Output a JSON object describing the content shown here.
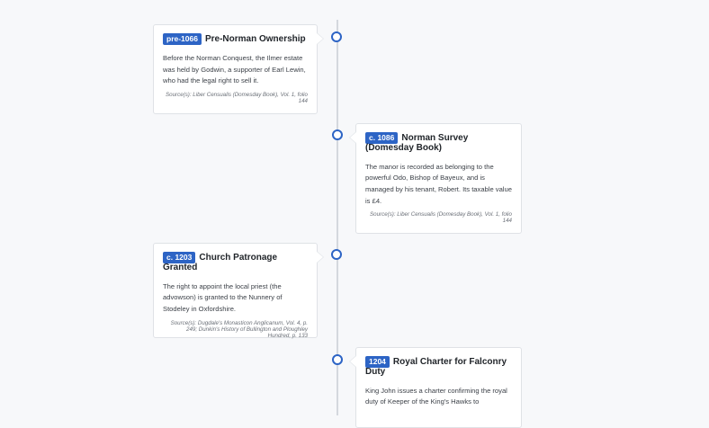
{
  "events": [
    {
      "date": "pre-1066",
      "title": "Pre-Norman Ownership",
      "description": "Before the Norman Conquest, the Ilmer estate was held by Godwin, a supporter of Earl Lewin, who had the legal right to sell it.",
      "source": "Source(s): Liber Censualis (Domesday Book), Vol. 1, folio 144"
    },
    {
      "date": "c. 1086",
      "title": "Norman Survey (Domesday Book)",
      "description": "The manor is recorded as belonging to the powerful Odo, Bishop of Bayeux, and is managed by his tenant, Robert. Its taxable value is £4.",
      "source": "Source(s): Liber Censualis (Domesday Book), Vol. 1, folio 144"
    },
    {
      "date": "c. 1203",
      "title": "Church Patronage Granted",
      "description": "The right to appoint the local priest (the advowson) is granted to the Nunnery of Stodeley in Oxfordshire.",
      "source": "Source(s): Dugdale's Monasticon Anglicanum, Vol. 4, p. 249; Dunkin's History of Bullington and Ploughley Hundred, p. 133"
    },
    {
      "date": "1204",
      "title": "Royal Charter for Falconry Duty",
      "description": "King John issues a charter confirming the royal duty of Keeper of the King's Hawks to",
      "source": ""
    }
  ],
  "colors": {
    "accent": "#2d64c5",
    "axis": "#d4d8de",
    "background": "#f7f8fa"
  }
}
